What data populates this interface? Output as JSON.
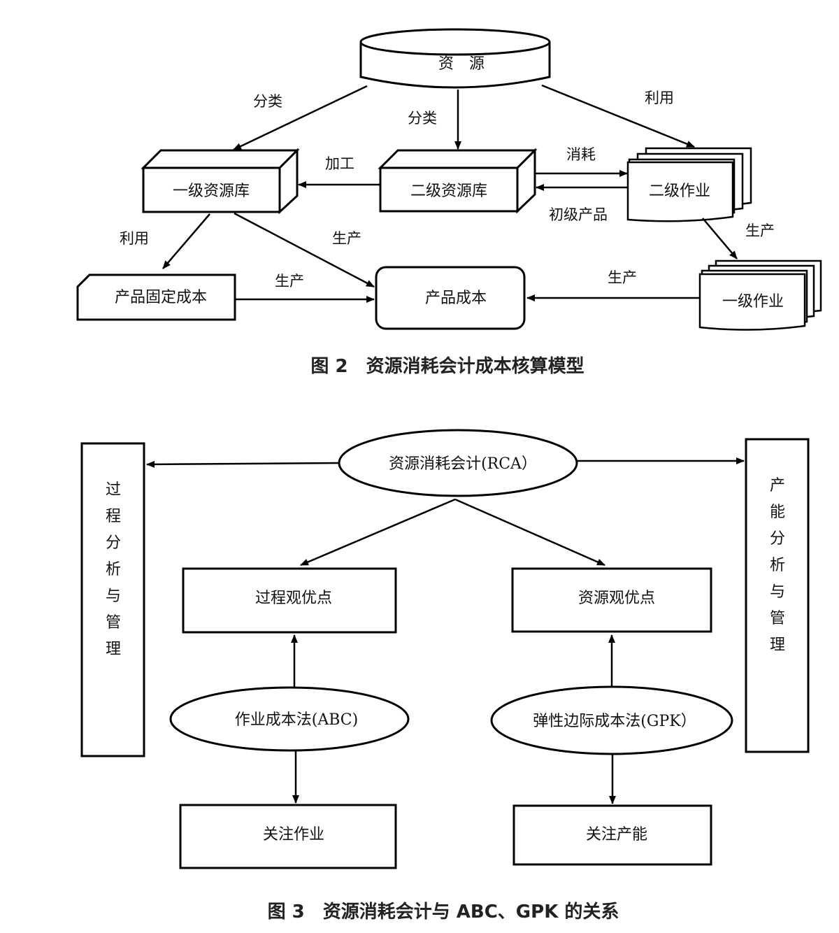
{
  "figure2": {
    "caption": "图 2　资源消耗会计成本核算模型",
    "nodes": {
      "resources": "资　源",
      "level1_pool": "一级资源库",
      "level2_pool": "二级资源库",
      "level2_activity": "二级作业",
      "fixed_cost": "产品固定成本",
      "product_cost": "产品成本",
      "level1_activity": "一级作业"
    },
    "edges": {
      "classify_left": "分类",
      "classify_mid": "分类",
      "utilize_right": "利用",
      "process": "加工",
      "consume": "消耗",
      "primary_product": "初级产品",
      "utilize_left": "利用",
      "produce_pool": "生产",
      "produce_fixed": "生产",
      "produce_activity1": "生产",
      "produce_activity2": "生产"
    }
  },
  "figure3": {
    "caption": "图 3　资源消耗会计与 ABC、GPK 的关系",
    "nodes": {
      "rca": "资源消耗会计(RCA）",
      "process_view": "过程观优点",
      "resource_view": "资源观优点",
      "abc": "作业成本法(ABC)",
      "gpk": "弹性边际成本法(GPK）",
      "focus_activity": "关注作业",
      "focus_capacity": "关注产能",
      "left_bar": [
        "过",
        "程",
        "分",
        "析",
        "与",
        "管",
        "理"
      ],
      "right_bar": [
        "产",
        "能",
        "分",
        "析",
        "与",
        "管",
        "理"
      ]
    }
  }
}
